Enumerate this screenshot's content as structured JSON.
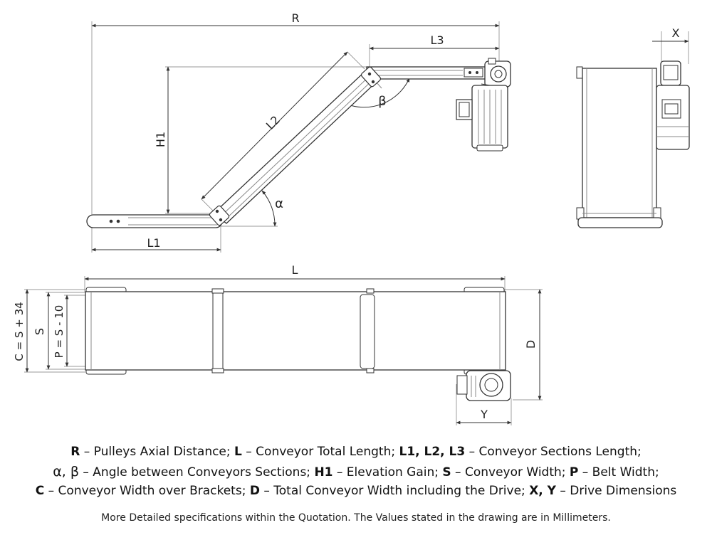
{
  "dimensions": {
    "R": "R",
    "L3": "L3",
    "L2": "L2",
    "H1": "H1",
    "L1": "L1",
    "alpha": "α",
    "beta": "β",
    "X": "X",
    "L": "L",
    "C": "C = S + 34",
    "S": "S",
    "P": "P = S - 10",
    "D": "D",
    "Y": "Y"
  },
  "legend": {
    "line1": [
      {
        "key": "R",
        "desc": " – Pulleys Axial Distance; "
      },
      {
        "key": "L",
        "desc": " – Conveyor Total Length; "
      },
      {
        "key": "L1, L2, L3",
        "desc": " – Conveyor Sections Length;"
      }
    ],
    "line2": [
      {
        "key": "α, β",
        "desc": " – Angle between Conveyors Sections; "
      },
      {
        "key": "H1",
        "desc": " – Elevation Gain; "
      },
      {
        "key": "S",
        "desc": " – Conveyor Width; "
      },
      {
        "key": "P",
        "desc": " – Belt Width;"
      }
    ],
    "line3": [
      {
        "key": "C",
        "desc": " – Conveyor Width over Brackets; "
      },
      {
        "key": "D",
        "desc": " – Total Conveyor Width including the Drive; "
      },
      {
        "key": "X, Y",
        "desc": " – Drive Dimensions"
      }
    ]
  },
  "note": "More Detailed specifications within the Quotation. The Values stated in the drawing are in Millimeters."
}
